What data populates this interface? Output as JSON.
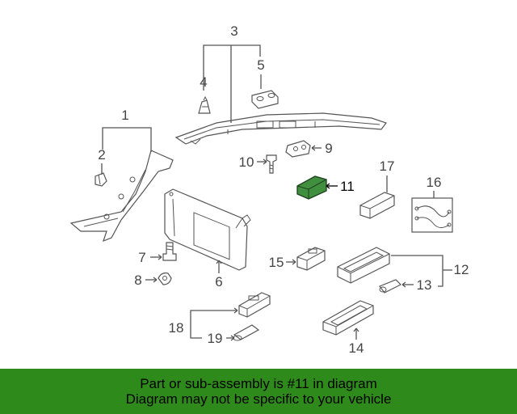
{
  "callouts": {
    "c1": "1",
    "c2": "2",
    "c3": "3",
    "c4": "4",
    "c5": "5",
    "c6": "6",
    "c7": "7",
    "c8": "8",
    "c9": "9",
    "c10": "10",
    "c11": "11",
    "c12": "12",
    "c13": "13",
    "c14": "14",
    "c15": "15",
    "c16": "16",
    "c17": "17",
    "c18": "18",
    "c19": "19"
  },
  "highlighted_part": "11",
  "colors": {
    "highlight": "#3f8f3f",
    "banner": "#2f8a1c"
  },
  "footer": {
    "line1": "Part or sub-assembly is #11 in diagram",
    "line2": "Diagram may not be specific to your vehicle"
  }
}
